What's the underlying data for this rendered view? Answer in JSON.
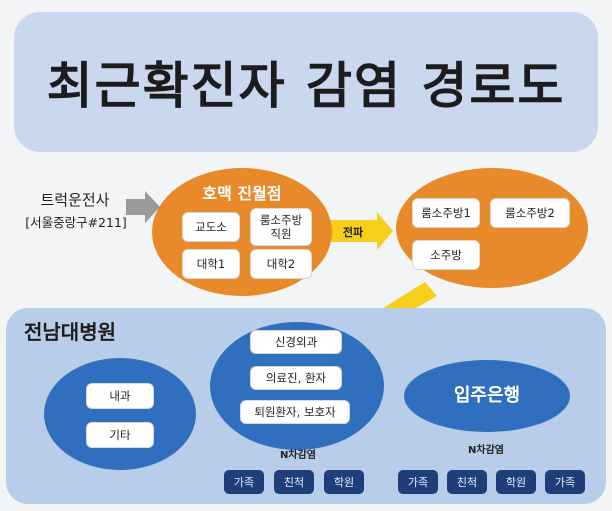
{
  "title": "최근확진자 감염 경로도",
  "source": {
    "name": "트럭운전사",
    "detail": "[서울중랑구#211]"
  },
  "homac": {
    "title": "호맥 진월점",
    "items": [
      "교도소",
      "룸소주방\n직원",
      "대학1",
      "대학2"
    ]
  },
  "spread_label": "전파",
  "room": {
    "items": [
      "룸소주방1",
      "룸소주방2",
      "소주방"
    ]
  },
  "hospital": {
    "label": "전남대병원",
    "left_items": [
      "내과",
      "기타"
    ],
    "center_items": [
      "신경외과",
      "의료진, 환자",
      "퇴원환자, 보호자"
    ],
    "infection_label": "N차감염",
    "contacts": [
      "가족",
      "친척",
      "학원"
    ]
  },
  "church": {
    "title": "입주은행",
    "infection_label": "N차감염",
    "contacts": [
      "가족",
      "친척",
      "학원",
      "가족"
    ]
  },
  "colors": {
    "orange": "#e88a2a",
    "blue": "#2f6fbd",
    "yellow": "#f7cf1a",
    "navy": "#1f3f7a",
    "banner": "#c9d8ee",
    "panel": "#b8cde9"
  }
}
